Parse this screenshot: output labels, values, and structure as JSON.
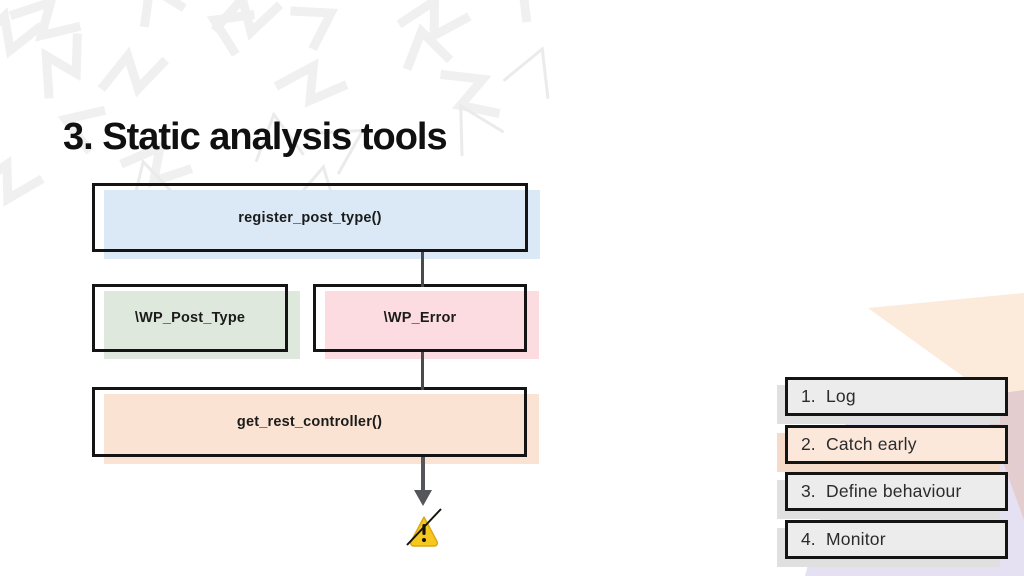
{
  "title": "3. Static analysis tools",
  "diagram": {
    "register_post_type": {
      "label": "register_post_type()",
      "color": "#dbe8f5"
    },
    "wp_post_type": {
      "label": "\\WP_Post_Type",
      "color": "#dfe8dd"
    },
    "wp_error": {
      "label": "\\WP_Error",
      "color": "#fcdce1"
    },
    "get_rest_controller": {
      "label": "get_rest_controller()",
      "color": "#fae3d2"
    },
    "flow": "register_post_type() -> \\WP_Error -> get_rest_controller() -> crossed-out warning",
    "icons": {
      "end": "warning-triangle-crossed-out"
    }
  },
  "list": {
    "items": [
      {
        "num": "1.",
        "label": "Log"
      },
      {
        "num": "2.",
        "label": "Catch early"
      },
      {
        "num": "3.",
        "label": "Define behaviour"
      },
      {
        "num": "4.",
        "label": "Monitor"
      }
    ]
  },
  "palette": {
    "background": "#ffffff",
    "title_text": "#101010",
    "node_border": "#141414",
    "connector": "#4a4a4a",
    "blue_fill": "#dbe8f5",
    "green_fill": "#dfe8dd",
    "pink_fill": "#fcdce1",
    "peach_fill": "#fae3d2",
    "list_gray_fill": "#ececec",
    "list_peach_fill": "#fbe8db",
    "bg_peach_shape": "#fceada",
    "bg_lavender_shape": "#e6e0f3",
    "warning_yellow": "#f6c71f",
    "zigzag_gray": "#f0f0f0"
  }
}
